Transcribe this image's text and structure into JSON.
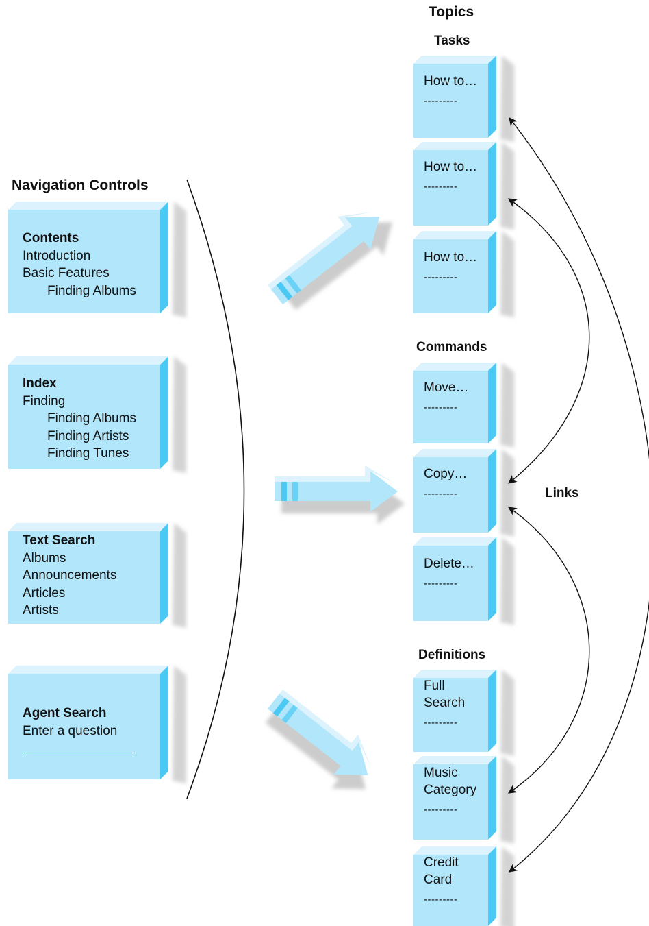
{
  "headings": {
    "topics": "Topics",
    "navigation": "Navigation Controls",
    "links": "Links"
  },
  "nav_boxes": [
    {
      "title": "Contents",
      "lines": [
        {
          "text": "Introduction",
          "indent": false
        },
        {
          "text": "Basic Features",
          "indent": false
        },
        {
          "text": "Finding Albums",
          "indent": true
        }
      ]
    },
    {
      "title": "Index",
      "lines": [
        {
          "text": "Finding",
          "indent": false
        },
        {
          "text": "Finding Albums",
          "indent": true
        },
        {
          "text": "Finding Artists",
          "indent": true
        },
        {
          "text": "Finding Tunes",
          "indent": true
        }
      ]
    },
    {
      "title": "Text Search",
      "lines": [
        {
          "text": "Albums",
          "indent": false
        },
        {
          "text": "Announcements",
          "indent": false
        },
        {
          "text": "Articles",
          "indent": false
        },
        {
          "text": "Artists",
          "indent": false
        }
      ]
    },
    {
      "title": "Agent Search",
      "lines": [
        {
          "text": "Enter a question",
          "indent": false
        }
      ]
    }
  ],
  "groups": [
    {
      "label": "Tasks",
      "items": [
        {
          "lines": [
            "How to…"
          ],
          "dashes": "---------"
        },
        {
          "lines": [
            "How to…"
          ],
          "dashes": "---------"
        },
        {
          "lines": [
            "How to…"
          ],
          "dashes": "---------"
        }
      ]
    },
    {
      "label": "Commands",
      "items": [
        {
          "lines": [
            "Move…"
          ],
          "dashes": "---------"
        },
        {
          "lines": [
            "Copy…"
          ],
          "dashes": "---------"
        },
        {
          "lines": [
            "Delete…"
          ],
          "dashes": "---------"
        }
      ]
    },
    {
      "label": "Definitions",
      "items": [
        {
          "lines": [
            "Full",
            "Search"
          ],
          "dashes": "---------"
        },
        {
          "lines": [
            "Music",
            "Category"
          ],
          "dashes": "---------"
        },
        {
          "lines": [
            "Credit",
            "Card"
          ],
          "dashes": "---------"
        }
      ]
    }
  ],
  "colors": {
    "box_face": "#b2e6fb",
    "box_top": "#dcf3fd",
    "box_side": "#4cc9f2",
    "arrow": "#b2e6fb",
    "arrow_accent": "#4cc9f2",
    "line": "#111111"
  }
}
